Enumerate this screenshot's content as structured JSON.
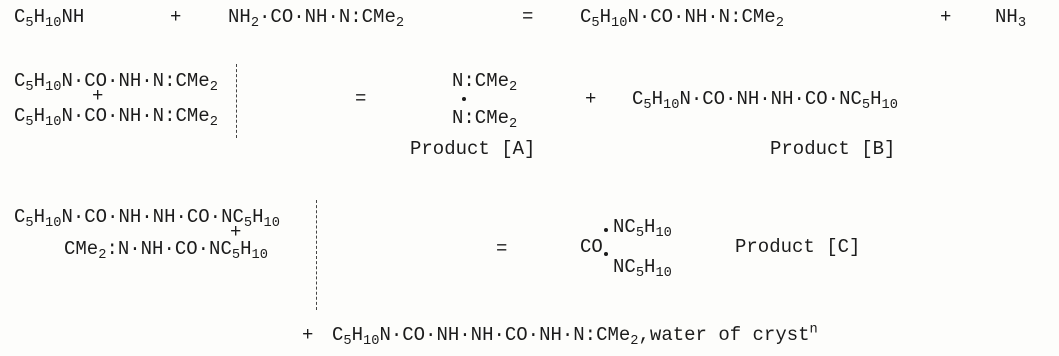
{
  "equation1": {
    "reactant1": [
      "C",
      "5",
      "H",
      "10",
      "NH"
    ],
    "plus1": "+",
    "reactant2": [
      "NH",
      "2",
      "·CO·NH·N:CMe",
      "2"
    ],
    "equals": "=",
    "product1": [
      "C",
      "5",
      "H",
      "10",
      "N·CO·NH·N:CMe",
      "2"
    ],
    "plus2": "+",
    "product2": [
      "NH",
      "3"
    ]
  },
  "equation2": {
    "line1": [
      "C",
      "5",
      "H",
      "10",
      "N·CO·NH·N:CMe",
      "2"
    ],
    "plus_between": "+",
    "line2": [
      "C",
      "5",
      "H",
      "10",
      "N·CO·NH·N:CMe",
      "2"
    ],
    "equals": "=",
    "productA_top": [
      "N:CMe",
      "2"
    ],
    "productA_bottom": [
      "N:CMe",
      "2"
    ],
    "plus": "+",
    "productB": [
      "C",
      "5",
      "H",
      "10",
      "N·CO·NH·NH·CO·NC",
      "5",
      "H",
      "10"
    ],
    "labelA": "Product [A]",
    "labelB": "Product [B]"
  },
  "equation3": {
    "line1": [
      "C",
      "5",
      "H",
      "10",
      "N·CO·NH·NH·CO·NC",
      "5",
      "H",
      "10"
    ],
    "plus_between": "+",
    "line2": [
      "CMe",
      "2",
      ":N·NH·CO·NC",
      "5",
      "H",
      "10"
    ],
    "equals": "=",
    "productC_prefix": "CO",
    "productC_top": [
      "NC",
      "5",
      "H",
      "10"
    ],
    "productC_bottom": [
      "NC",
      "5",
      "H",
      "10"
    ],
    "labelC": "Product [C]"
  },
  "equation4": {
    "plus": "+",
    "product": [
      "C",
      "5",
      "H",
      "10",
      "N·CO·NH·NH·CO·NH·N:CMe",
      "2"
    ],
    "suffix": ",water of cryst",
    "suffix_sup": "n"
  }
}
